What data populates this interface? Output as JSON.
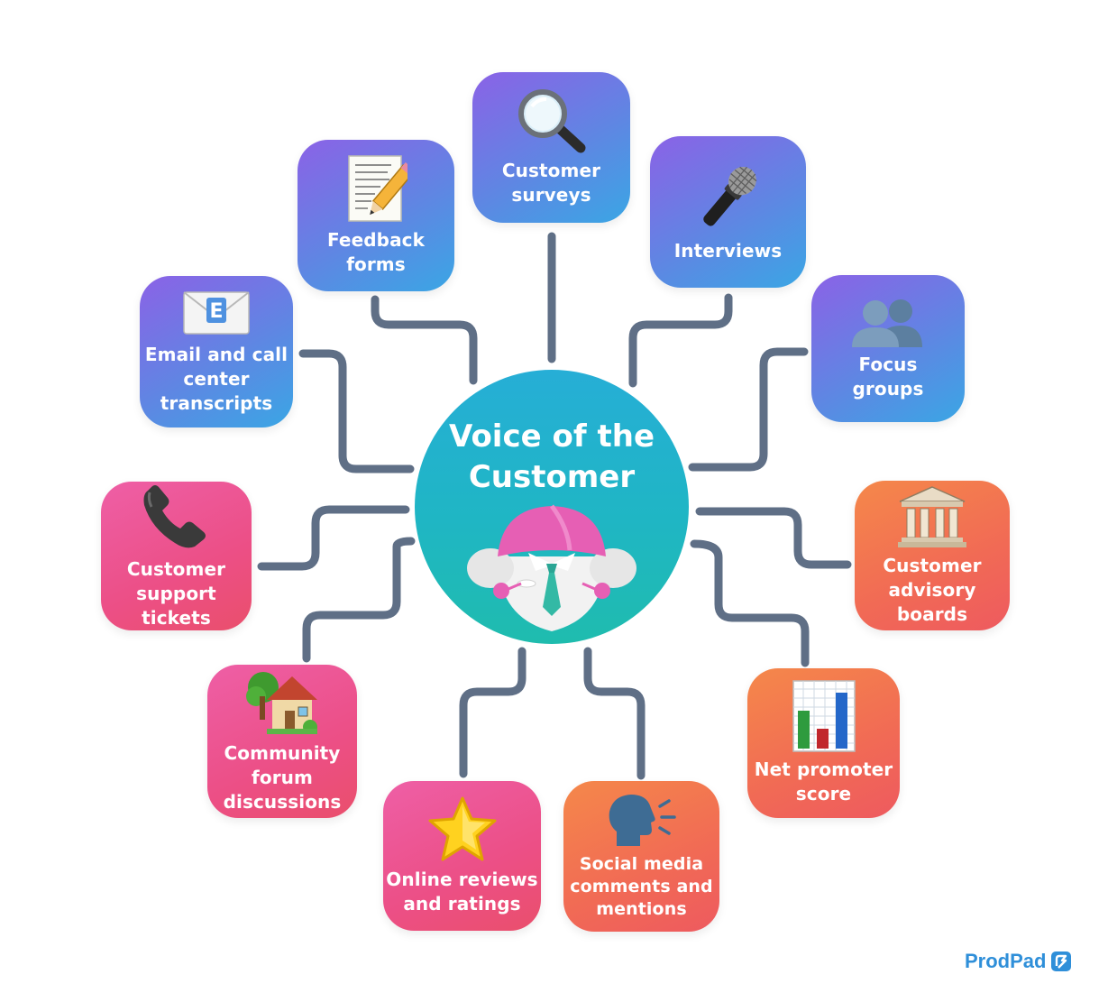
{
  "center": {
    "title": "Voice of the\nCustomer",
    "mascot_icon": "prodpad-mascot-icon"
  },
  "nodes": [
    {
      "id": "customer-surveys",
      "label": "Customer\nsurveys",
      "icon": "magnifying-glass-icon",
      "color": "blue"
    },
    {
      "id": "feedback-forms",
      "label": "Feedback\nforms",
      "icon": "memo-pencil-icon",
      "color": "blue"
    },
    {
      "id": "interviews",
      "label": "Interviews",
      "icon": "microphone-icon",
      "color": "blue"
    },
    {
      "id": "email-call-center",
      "label": "Email and call\ncenter\ntranscripts",
      "icon": "envelope-icon",
      "color": "blue"
    },
    {
      "id": "focus-groups",
      "label": "Focus\ngroups",
      "icon": "people-silhouette-icon",
      "color": "blue"
    },
    {
      "id": "customer-support-tickets",
      "label": "Customer\nsupport\ntickets",
      "icon": "telephone-icon",
      "color": "pink"
    },
    {
      "id": "customer-advisory-boards",
      "label": "Customer\nadvisory\nboards",
      "icon": "classical-building-icon",
      "color": "orange"
    },
    {
      "id": "community-forum",
      "label": "Community\nforum\ndiscussions",
      "icon": "house-garden-icon",
      "color": "pink"
    },
    {
      "id": "net-promoter-score",
      "label": "Net promoter\nscore",
      "icon": "bar-chart-icon",
      "color": "orange"
    },
    {
      "id": "online-reviews",
      "label": "Online reviews\nand ratings",
      "icon": "star-icon",
      "color": "pink"
    },
    {
      "id": "social-media",
      "label": "Social media\ncomments and\nmentions",
      "icon": "speaking-head-icon",
      "color": "orange"
    }
  ],
  "colors": {
    "blue_start": "#8b62e6",
    "blue_end": "#3aa6e4",
    "pink_start": "#ee5fa6",
    "pink_end": "#ea4f6c",
    "orange_start": "#f5884a",
    "orange_end": "#ee5a5f",
    "hub": "#1fb6c4",
    "connector": "#5f6f86",
    "brand": "#2f8fd9"
  },
  "brand": {
    "name": "ProdPad",
    "icon": "prodpad-logo-icon"
  }
}
